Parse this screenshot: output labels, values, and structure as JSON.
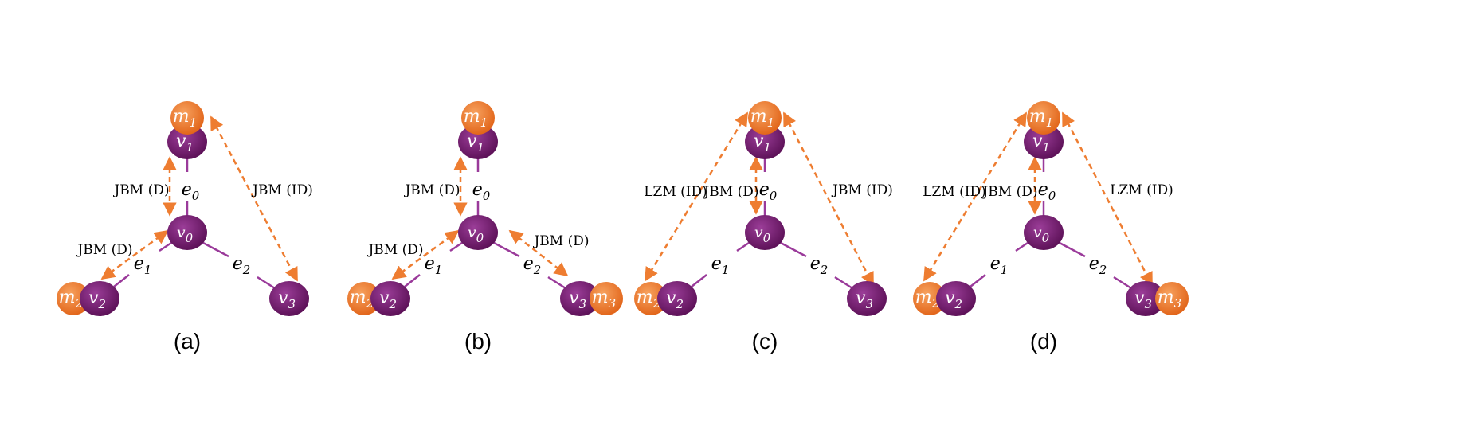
{
  "colors": {
    "vertex_node": "#7b1f78",
    "machine_node": "#ef7f2f",
    "tree_edge": "#9a3a9a",
    "dashed_arrow": "#ee7d31"
  },
  "panels": [
    {
      "caption": "(a)",
      "vertices": [
        {
          "base": "v",
          "sub": "1"
        },
        {
          "base": "v",
          "sub": "0"
        },
        {
          "base": "v",
          "sub": "2"
        },
        {
          "base": "v",
          "sub": "3"
        }
      ],
      "machines": [
        {
          "base": "m",
          "sub": "1"
        },
        {
          "base": "m",
          "sub": "2"
        }
      ],
      "edges": [
        {
          "base": "e",
          "sub": "0"
        },
        {
          "base": "e",
          "sub": "1"
        },
        {
          "base": "e",
          "sub": "2"
        }
      ],
      "links": [
        "JBM (D)",
        "JBM (D)",
        "JBM (ID)"
      ]
    },
    {
      "caption": "(b)",
      "vertices": [
        {
          "base": "v",
          "sub": "1"
        },
        {
          "base": "v",
          "sub": "0"
        },
        {
          "base": "v",
          "sub": "2"
        },
        {
          "base": "v",
          "sub": "3"
        }
      ],
      "machines": [
        {
          "base": "m",
          "sub": "1"
        },
        {
          "base": "m",
          "sub": "2"
        },
        {
          "base": "m",
          "sub": "3"
        }
      ],
      "edges": [
        {
          "base": "e",
          "sub": "0"
        },
        {
          "base": "e",
          "sub": "1"
        },
        {
          "base": "e",
          "sub": "2"
        }
      ],
      "links": [
        "JBM (D)",
        "JBM (D)",
        "JBM (D)"
      ]
    },
    {
      "caption": "(c)",
      "vertices": [
        {
          "base": "v",
          "sub": "1"
        },
        {
          "base": "v",
          "sub": "0"
        },
        {
          "base": "v",
          "sub": "2"
        },
        {
          "base": "v",
          "sub": "3"
        }
      ],
      "machines": [
        {
          "base": "m",
          "sub": "1"
        },
        {
          "base": "m",
          "sub": "2"
        }
      ],
      "edges": [
        {
          "base": "e",
          "sub": "0"
        },
        {
          "base": "e",
          "sub": "1"
        },
        {
          "base": "e",
          "sub": "2"
        }
      ],
      "links": [
        "LZM (ID)",
        "JBM (D)",
        "JBM (ID)"
      ]
    },
    {
      "caption": "(d)",
      "vertices": [
        {
          "base": "v",
          "sub": "1"
        },
        {
          "base": "v",
          "sub": "0"
        },
        {
          "base": "v",
          "sub": "2"
        },
        {
          "base": "v",
          "sub": "3"
        }
      ],
      "machines": [
        {
          "base": "m",
          "sub": "1"
        },
        {
          "base": "m",
          "sub": "2"
        },
        {
          "base": "m",
          "sub": "3"
        }
      ],
      "edges": [
        {
          "base": "e",
          "sub": "0"
        },
        {
          "base": "e",
          "sub": "1"
        },
        {
          "base": "e",
          "sub": "2"
        }
      ],
      "links": [
        "LZM (ID)",
        "JBM (D)",
        "LZM (ID)"
      ]
    }
  ]
}
